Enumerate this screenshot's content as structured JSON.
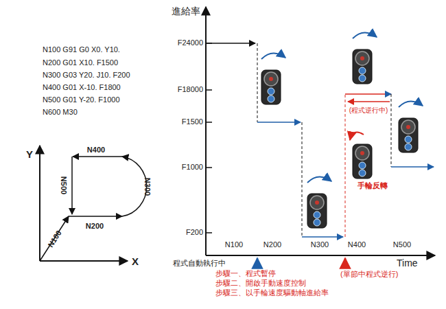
{
  "diagram": {
    "labels": [
      "N100 G91 G0 X0. Y10.",
      "N200 G01 X10. F1500",
      "N300 G03 Y20. J10. F200",
      "N400 G01 X-10. F1800",
      "N500 G01 Y-20. F1000",
      "N600 M30",
      "Y",
      "X",
      "N100",
      "N200",
      "N300",
      "N400",
      "N500",
      "進給率",
      "F24000",
      "F18000",
      "F1500",
      "F1000",
      "F200",
      "N100",
      "N200",
      "N300",
      "N400",
      "N500",
      "Time",
      "程式自動執行中",
      "步驟一、程式暫停",
      "步驟二、開啟手動速度控制",
      "步驟三、以手輪速度驅動軸進給率",
      "(單節中程式逆行)",
      "(程式逆行中)",
      "手輪反轉"
    ]
  }
}
